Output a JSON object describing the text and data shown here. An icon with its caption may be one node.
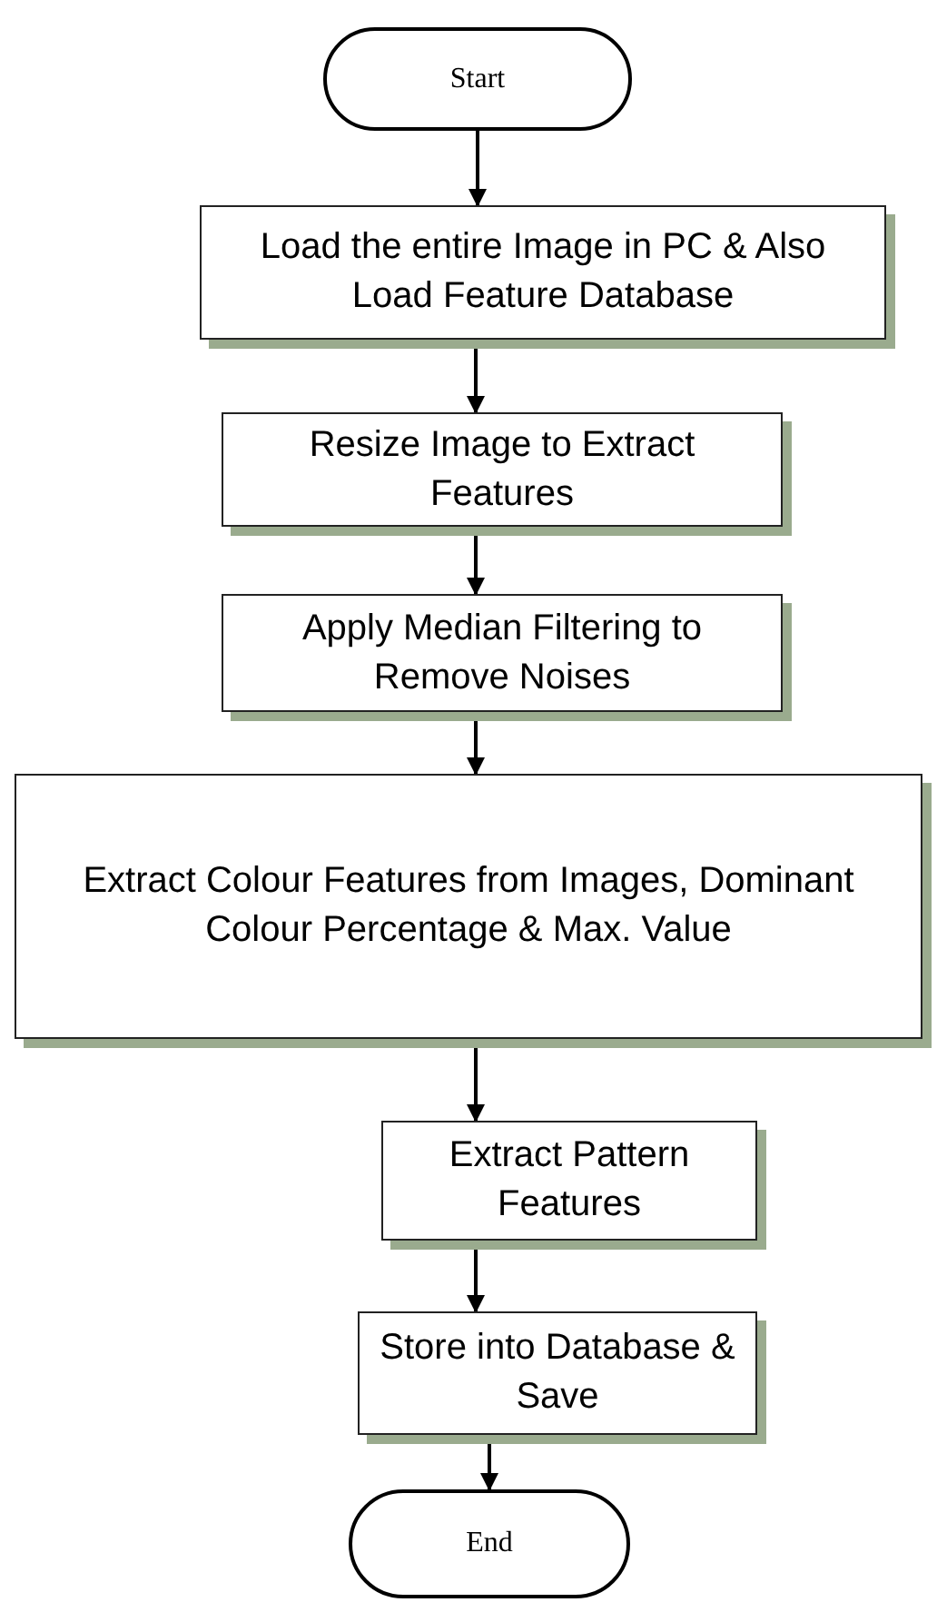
{
  "diagram": {
    "nodes": [
      {
        "text": [
          "Start"
        ]
      },
      {
        "text": [
          "Load the entire Image in PC & Also Load Feature Database"
        ]
      },
      {
        "text": [
          "Resize Image to Extract Features"
        ]
      },
      {
        "text": [
          "Apply Median Filtering to Remove Noises"
        ]
      },
      {
        "text": [
          "Extract Colour Features from Images, Dominant Colour Percentage & Max. Value"
        ]
      },
      {
        "text": [
          "Extract Pattern Features"
        ]
      },
      {
        "text": [
          "Store into Database & Save"
        ]
      },
      {
        "text": [
          "End"
        ]
      }
    ],
    "edges": [
      {
        "from": 0,
        "to": 1,
        "arrow": "to"
      },
      {
        "from": 1,
        "to": 2,
        "arrow": "to"
      },
      {
        "from": 2,
        "to": 3,
        "arrow": "to"
      },
      {
        "from": 3,
        "to": 4,
        "arrow": "to"
      },
      {
        "from": 4,
        "to": 5,
        "arrow": "to"
      },
      {
        "from": 5,
        "to": 6,
        "arrow": "to"
      },
      {
        "from": 6,
        "to": 7,
        "arrow": "to"
      }
    ]
  }
}
